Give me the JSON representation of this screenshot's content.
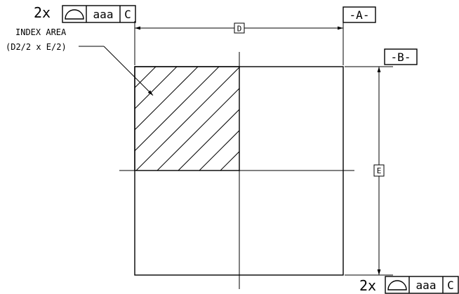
{
  "index_area": {
    "title": "INDEX AREA",
    "formula": "(D2/2 x E/2)"
  },
  "datums": {
    "a": "-A-",
    "b": "-B-"
  },
  "dimensions": {
    "width": "D",
    "height": "E"
  },
  "flatness_callout_top": {
    "multiplier": "2x",
    "symbol": "profile-of-surface-icon",
    "tolerance": "aaa",
    "datum": "C"
  },
  "flatness_callout_bottom": {
    "multiplier": "2x",
    "symbol": "profile-of-surface-icon",
    "tolerance": "aaa",
    "datum": "C"
  }
}
